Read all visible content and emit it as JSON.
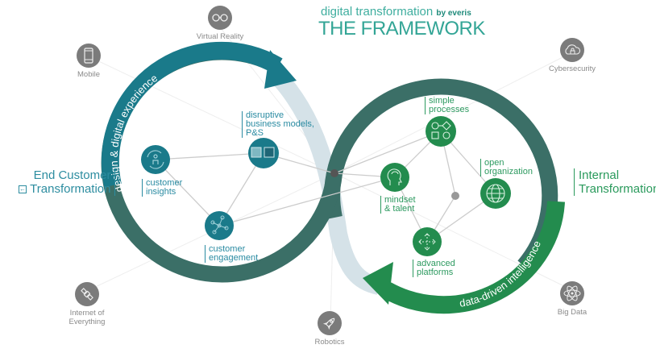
{
  "header": {
    "subtitle": "digital transformation",
    "byline": "by everis",
    "title": "THE FRAMEWORK"
  },
  "sides": {
    "left": {
      "line1": "End Customer",
      "line2": "Transformation",
      "icon": "exit-left-icon"
    },
    "right": {
      "line1": "Internal",
      "line2": "Transformation",
      "icon": "exit-right-icon"
    }
  },
  "loops": {
    "left": {
      "label": "design & digital experience",
      "color": "#1a7a8a"
    },
    "right": {
      "label": "data-driven intelligence",
      "color": "#238c4e",
      "upper_color": "#3b6f67"
    },
    "crossover_color": "#d5e2e8"
  },
  "nodes_left": [
    {
      "id": "customer-insights",
      "label1": "customer",
      "label2": "insights",
      "label3": "",
      "icon": "rotate-person-icon"
    },
    {
      "id": "disruptive-business-models",
      "label1": "disruptive",
      "label2": "business models,",
      "label3": "P&S",
      "icon": "squares-icon"
    },
    {
      "id": "customer-engagement",
      "label1": "customer",
      "label2": "engagement",
      "label3": "",
      "icon": "network-icon"
    }
  ],
  "nodes_right": [
    {
      "id": "simple-processes",
      "label1": "simple",
      "label2": "processes",
      "icon": "flowchart-icon"
    },
    {
      "id": "mindset-talent",
      "label1": "mindset",
      "label2": "& talent",
      "icon": "head-brain-icon"
    },
    {
      "id": "open-organization",
      "label1": "open",
      "label2": "organization",
      "icon": "globe-icon"
    },
    {
      "id": "advanced-platforms",
      "label1": "advanced",
      "label2": "platforms",
      "icon": "move-arrows-icon"
    }
  ],
  "technologies": [
    {
      "id": "virtual-reality",
      "label1": "Virtual Reality",
      "label2": "",
      "icon": "glasses-icon"
    },
    {
      "id": "mobile",
      "label1": "Mobile",
      "label2": "",
      "icon": "smartphone-icon"
    },
    {
      "id": "cybersecurity",
      "label1": "Cybersecurity",
      "label2": "",
      "icon": "cloud-lock-icon"
    },
    {
      "id": "internet-of-everything",
      "label1": "Internet of",
      "label2": "Everything",
      "icon": "satellite-icon"
    },
    {
      "id": "robotics",
      "label1": "Robotics",
      "label2": "",
      "icon": "rocket-icon"
    },
    {
      "id": "big-data",
      "label1": "Big Data",
      "label2": "",
      "icon": "atom-icon"
    }
  ]
}
